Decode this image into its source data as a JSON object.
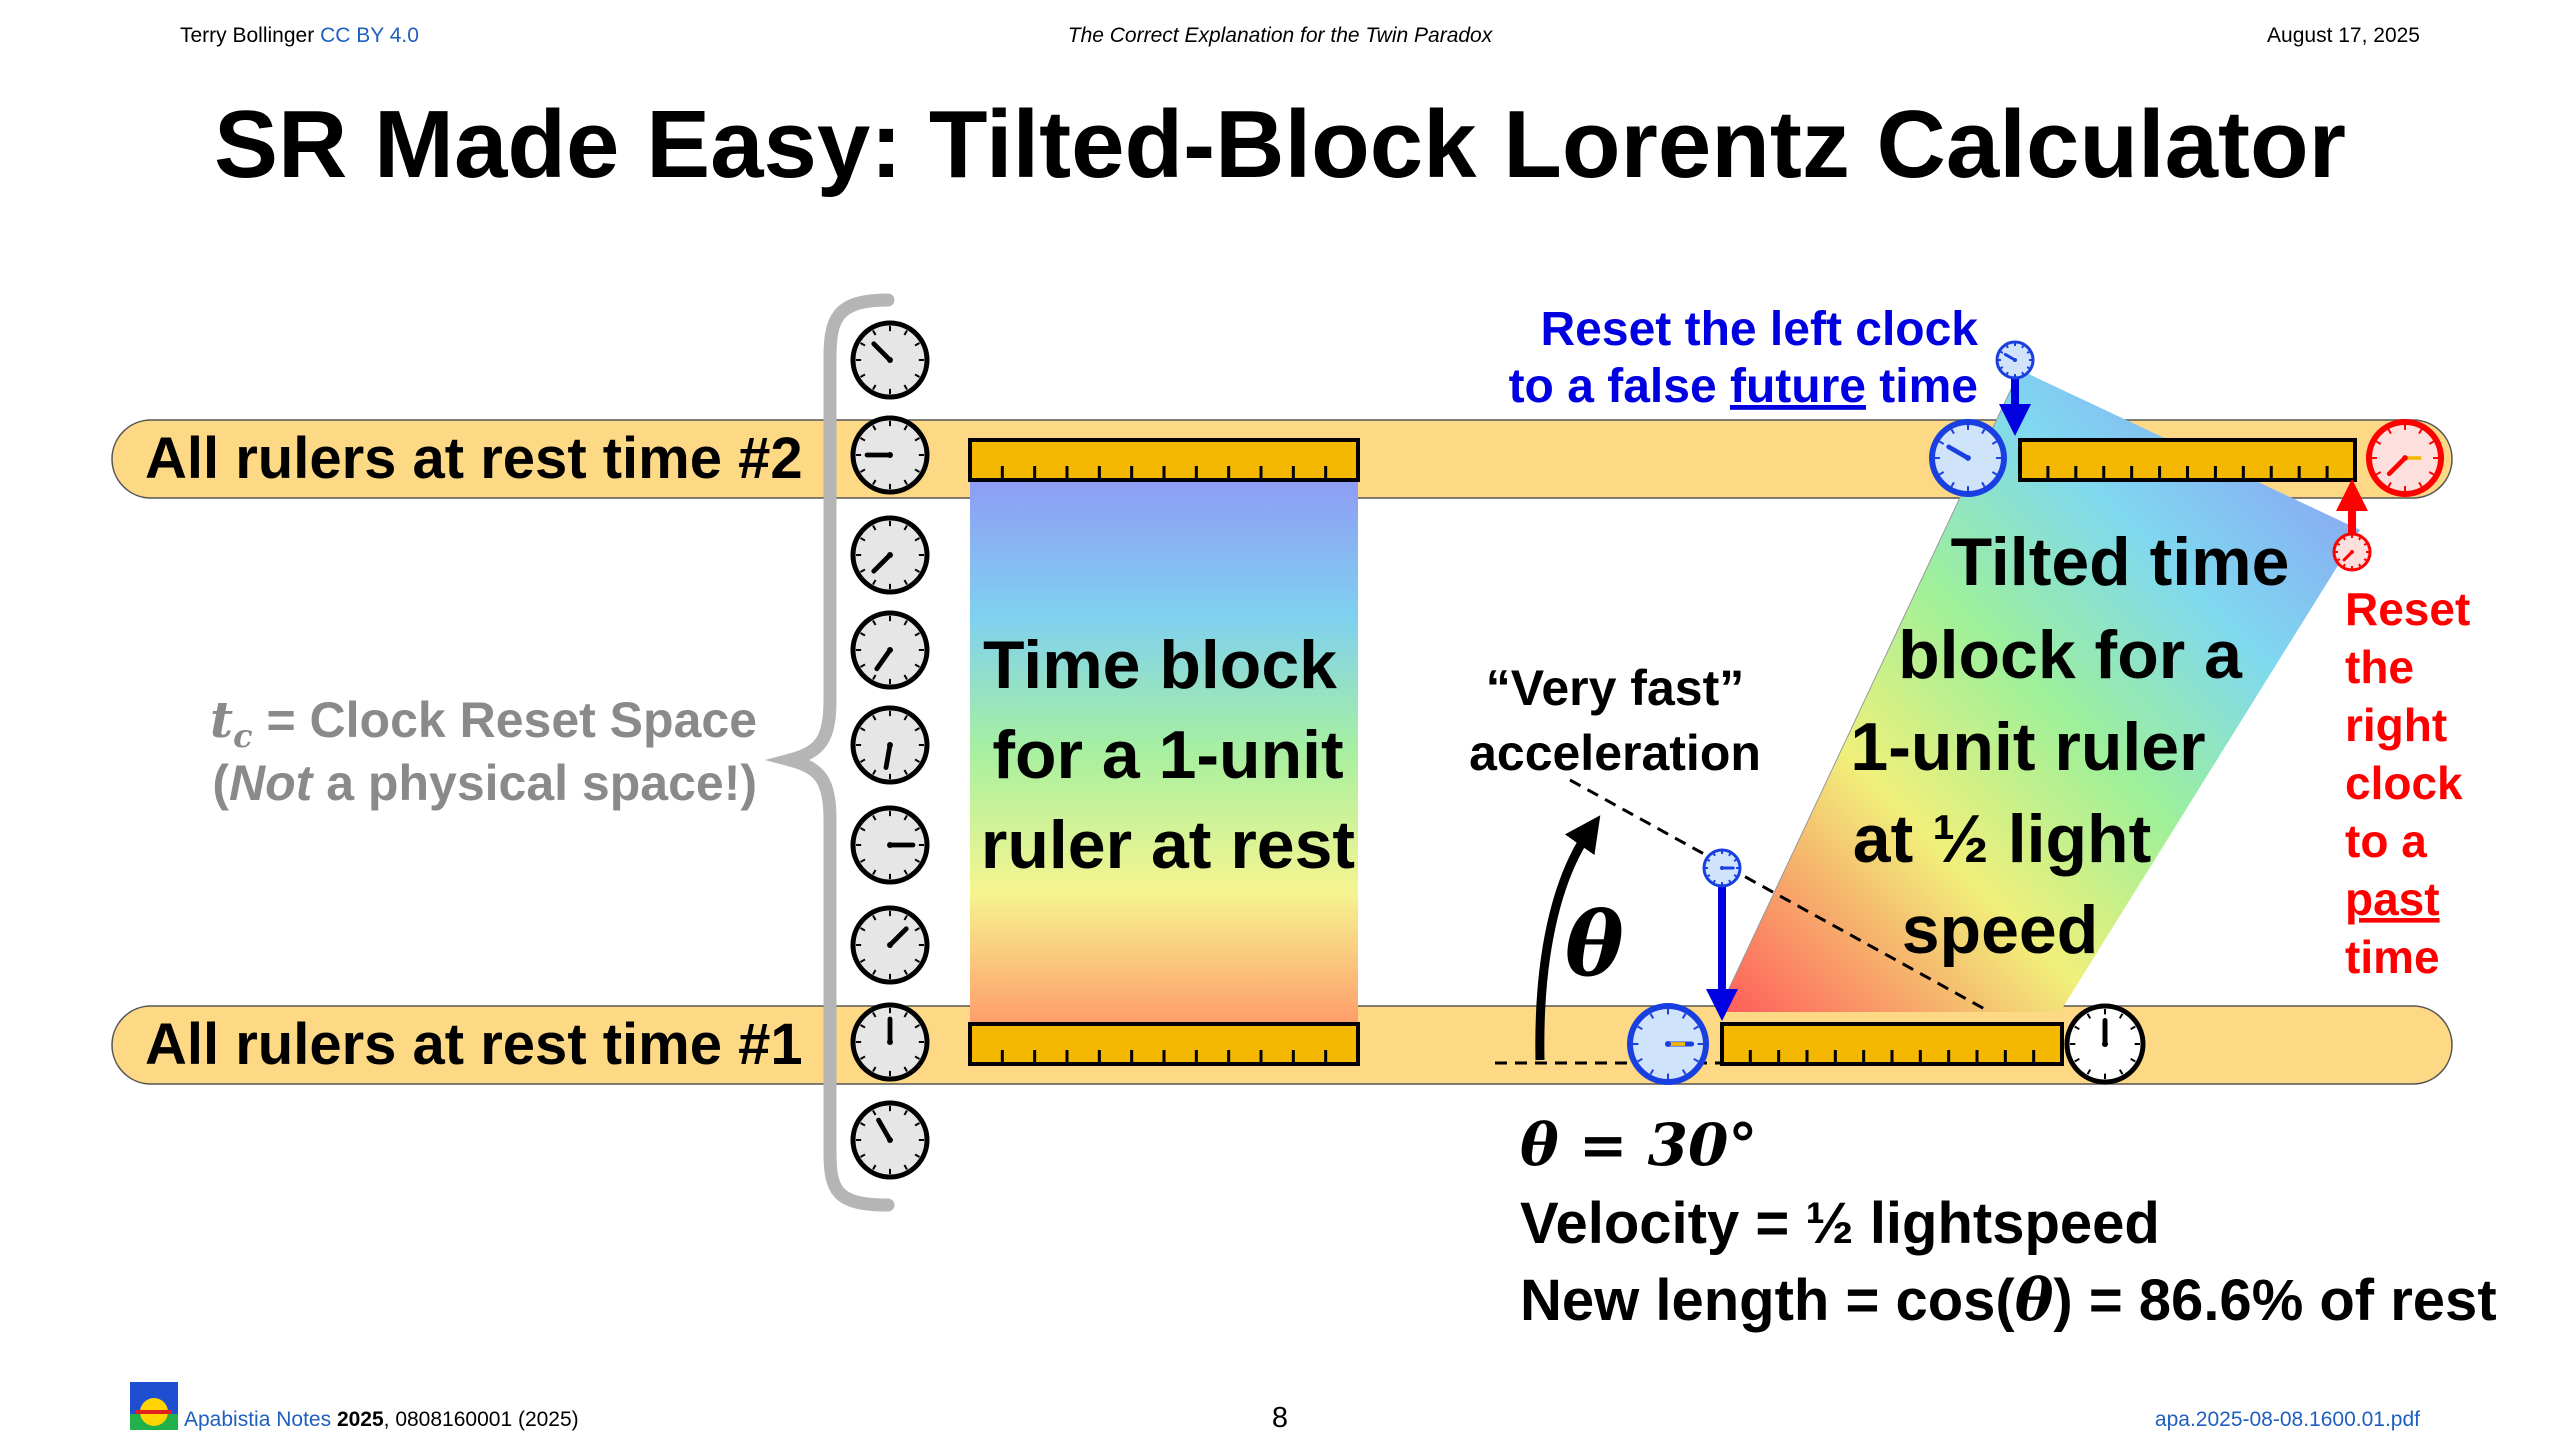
{
  "header": {
    "author": "Terry Bollinger",
    "license": "CC BY 4.0",
    "doc_title": "The Correct Explanation for the Twin Paradox",
    "date": "August 17, 2025"
  },
  "title": "SR Made Easy: Tilted-Block Lorentz Calculator",
  "diagram": {
    "band_top_label": "All rulers at rest time #2",
    "band_bottom_label": "All rulers at rest time #1",
    "clock_space_line1_symbol": "t",
    "clock_space_line1_sub": "c",
    "clock_space_line1_text": "= Clock Reset Space",
    "clock_space_line2_open": "(",
    "clock_space_line2_italic": "Not",
    "clock_space_line2_rest": " a physical space!)",
    "rest_block_lines": [
      "Time block",
      "for a 1-unit",
      "ruler at rest"
    ],
    "tilted_block_lines": [
      "Tilted time",
      "block for a",
      "1-unit ruler",
      "at ½ light",
      "speed"
    ],
    "accel_lines": [
      "“Very fast”",
      "acceleration"
    ],
    "theta_symbol": "θ",
    "left_reset_line1": "Reset the left clock",
    "left_reset_line2_pre": "to a false ",
    "left_reset_line2_u": "future",
    "left_reset_line2_post": " time",
    "right_reset_lines": [
      "Reset",
      "the",
      "right",
      "clock",
      "to a"
    ],
    "right_reset_u": "past",
    "right_reset_last": "time",
    "angle_equation": "θ = 30°",
    "velocity_text": "Velocity = ½ lightspeed",
    "length_text_pre": "New length = cos(",
    "length_text_theta": "θ",
    "length_text_post": ") = 86.6% of rest",
    "colors": {
      "band": "#fdd985",
      "ruler": "#f5b800",
      "left_reset": "#0000e0",
      "right_reset": "#ff0000",
      "clock_space_text": "#8a8a8a"
    }
  },
  "footer": {
    "series": "Apabistia Notes",
    "year": "2025",
    "id_text": ", 0808160001 (2025)",
    "page": "8",
    "filename": "apa.2025-08-08.1600.01.pdf"
  }
}
